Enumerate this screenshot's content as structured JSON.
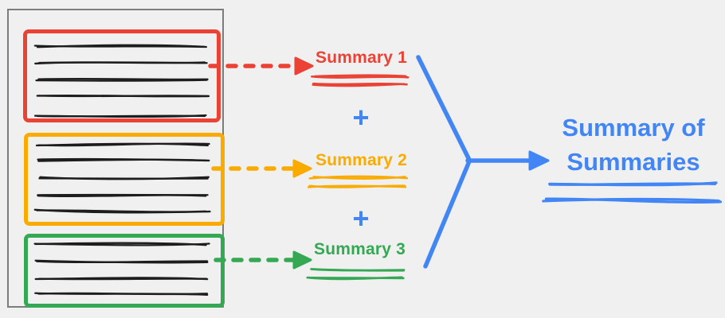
{
  "diagram": {
    "background_color": "#f0f0f1",
    "source_document": {
      "border_color": "#7c7c7c",
      "ink_color": "#1d1d1d",
      "chunks": [
        {
          "color": "#ea4335",
          "text_line_count": 5
        },
        {
          "color": "#f9ab00",
          "text_line_count": 5
        },
        {
          "color": "#34a853",
          "text_line_count": 4
        }
      ]
    },
    "chunk_summaries": [
      {
        "label": "Summary 1",
        "color": "#ea4335"
      },
      {
        "label": "Summary 2",
        "color": "#f9ab00"
      },
      {
        "label": "Summary 3",
        "color": "#34a853"
      }
    ],
    "operators": {
      "plus": "+",
      "color": "#4285f4"
    },
    "final_summary": {
      "line1": "Summary of",
      "line2": "Summaries",
      "color": "#4285f4"
    }
  }
}
